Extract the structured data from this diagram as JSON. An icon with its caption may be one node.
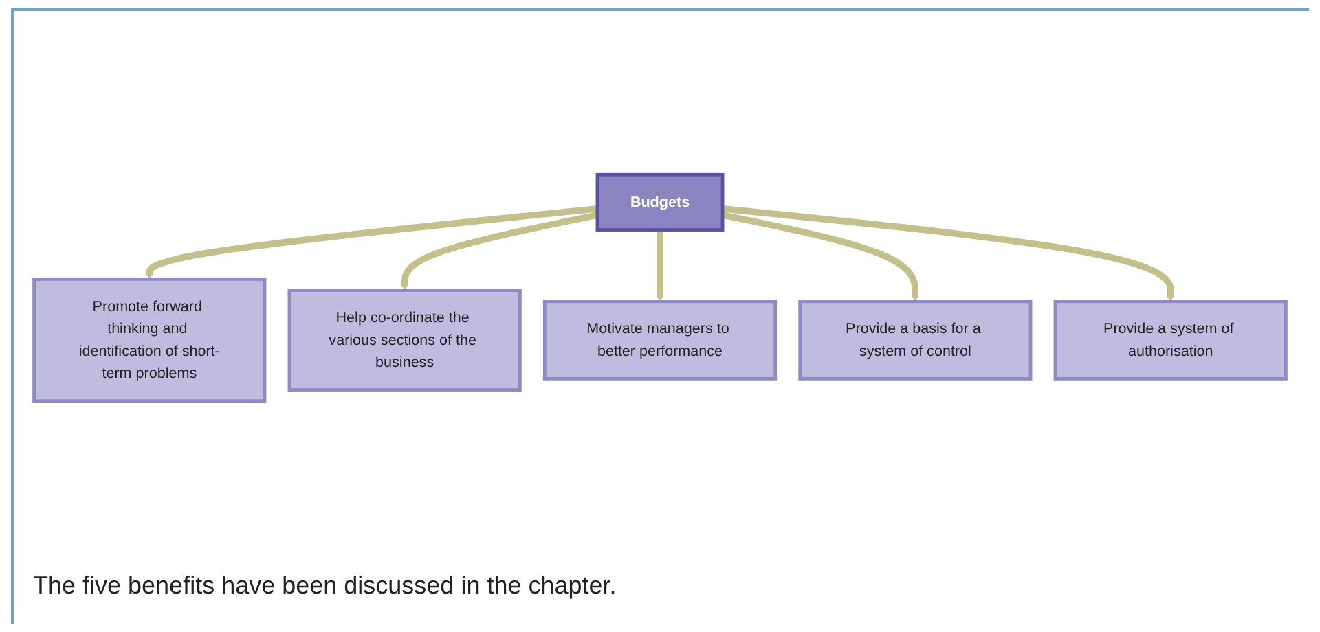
{
  "diagram": {
    "caption": "The five benefits have been discussed in the chapter.",
    "nodes": [
      {
        "text": [
          "Promote forward thinking and identification of short-term problems"
        ]
      },
      {
        "text": [
          "Budgets"
        ]
      },
      {
        "text": [
          "Help co-ordinate the various sections of the business"
        ]
      },
      {
        "text": [
          "Motivate managers to better performance"
        ]
      },
      {
        "text": [
          "Provide a basis for a system of control"
        ]
      },
      {
        "text": [
          "Provide a system of authorisation"
        ]
      }
    ],
    "edges": [
      {
        "from": 1,
        "to": 0,
        "arrow": "to"
      },
      {
        "from": 1,
        "to": 2,
        "arrow": "to"
      },
      {
        "from": 1,
        "to": 3,
        "arrow": "to"
      },
      {
        "from": 1,
        "to": 4,
        "arrow": "to"
      },
      {
        "from": 1,
        "to": 5,
        "arrow": "to"
      }
    ]
  }
}
